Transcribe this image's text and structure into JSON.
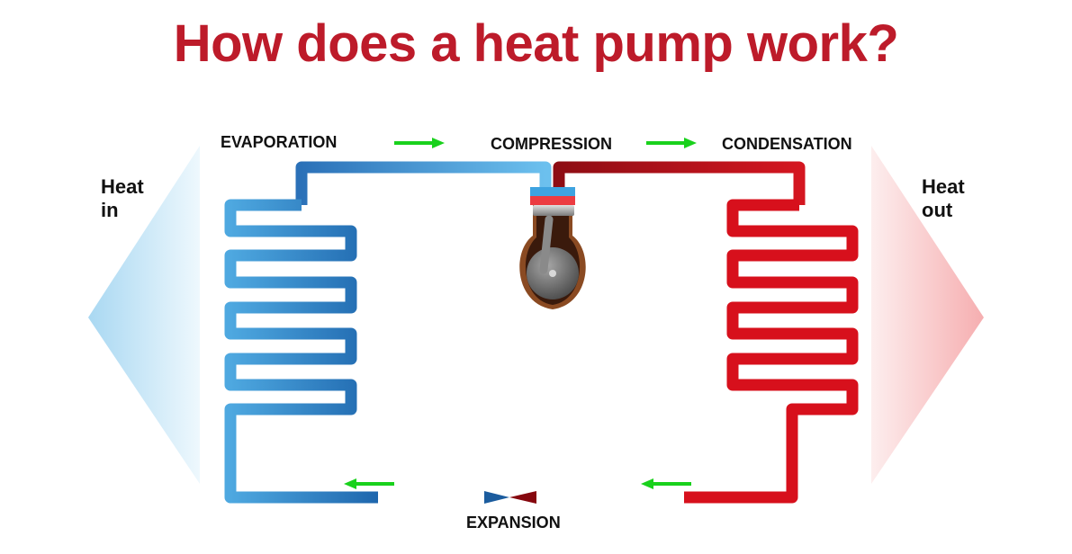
{
  "title": "How does a heat pump work?",
  "labels": {
    "evaporation": "EVAPORATION",
    "compression": "COMPRESSION",
    "condensation": "CONDENSATION",
    "expansion": "EXPANSION"
  },
  "heat_in": {
    "line1": "Heat",
    "line2": "in"
  },
  "heat_out": {
    "line1": "Heat",
    "line2": "out"
  },
  "colors": {
    "title": "#bd1b2a",
    "cold_pipe": "#2f7fc4",
    "hot_pipe": "#d7101c",
    "flow_arrow": "#19d11c",
    "heat_in_arrow": "#a8d6f0",
    "heat_out_arrow": "#f7b5b5"
  },
  "icons": [
    "flow-arrow-icon",
    "compressor-icon",
    "heat-in-arrow-icon",
    "heat-out-arrow-icon"
  ]
}
